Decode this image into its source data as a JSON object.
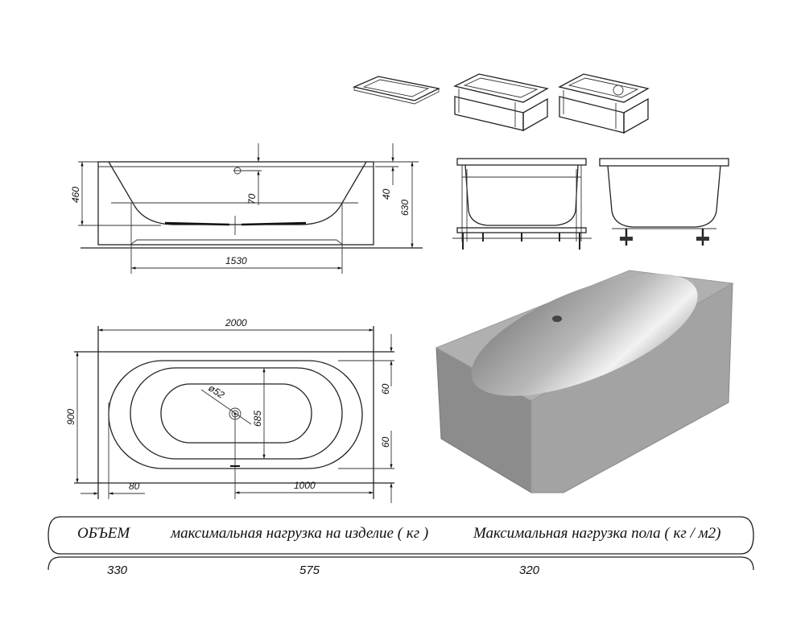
{
  "dimensions": {
    "side_height": "460",
    "total_height": "630",
    "rim_offset": "40",
    "overflow_depth": "70",
    "base_length": "1530",
    "length": "2000",
    "width": "900",
    "inner_width": "685",
    "drain_diameter": "ø52",
    "rim_top": "60",
    "rim_bottom": "60",
    "edge_offset": "80",
    "drain_position": "1000"
  },
  "table": {
    "headers": [
      "ОБЪЕМ",
      "максимальная нагрузка на изделие ( кг )",
      "Максимальная нагрузка пола ( кг / м2)"
    ],
    "values": [
      "330",
      "575",
      "320"
    ]
  }
}
